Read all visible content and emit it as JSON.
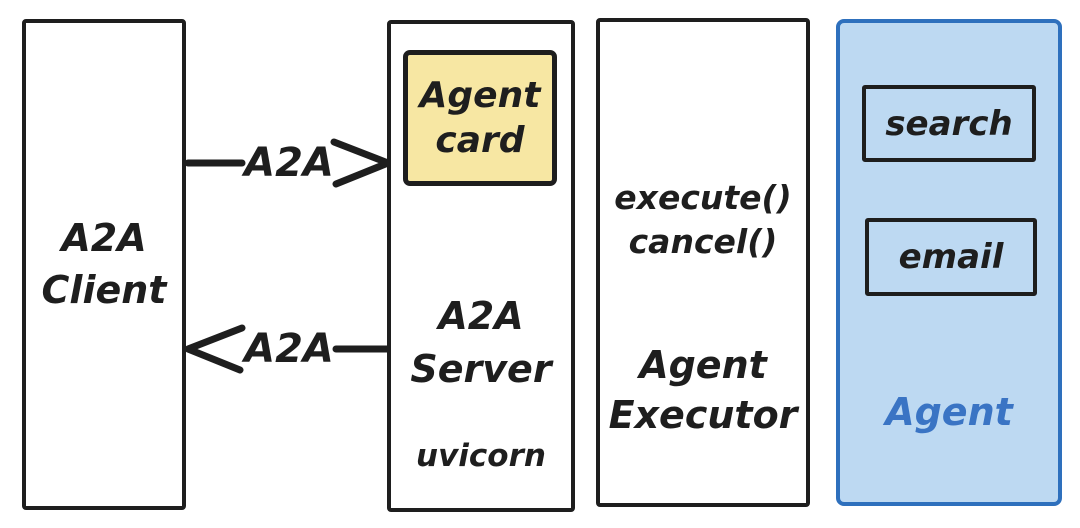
{
  "colors": {
    "ink": "#1e1e1e",
    "canvas_bg": "#ffffff",
    "card_fill": "#f7e7a3",
    "agent_fill": "#bdd9f2",
    "agent_border": "#2e70bd",
    "agent_label": "#3a74c4"
  },
  "diagram": {
    "client": {
      "label": "A2A\nClient"
    },
    "arrows": {
      "request": {
        "label": "A2A",
        "direction": "right"
      },
      "response": {
        "label": "A2A",
        "direction": "left"
      }
    },
    "server": {
      "card_label": "Agent\ncard",
      "label": "A2A\nServer",
      "runtime": "uvicorn"
    },
    "executor": {
      "methods": "execute()\ncancel()",
      "label": "Agent\nExecutor"
    },
    "agent": {
      "skills": [
        "search",
        "email"
      ],
      "label": "Agent"
    }
  }
}
